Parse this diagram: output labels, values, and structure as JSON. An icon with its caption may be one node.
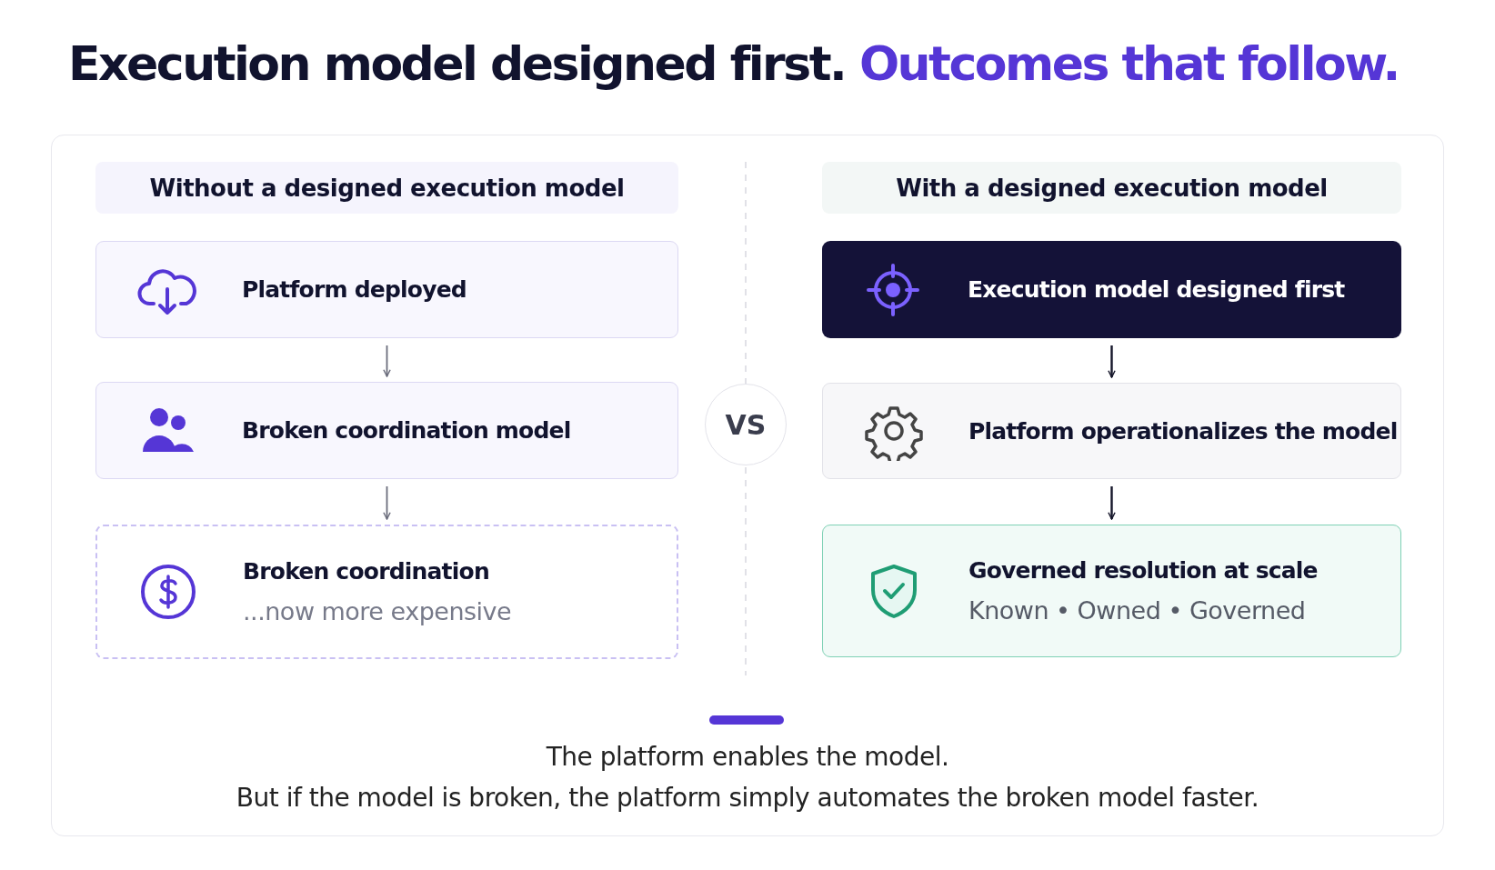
{
  "diagram": {
    "title": "Execution model designed first. Outcomes that follow.",
    "nodes": [
      {
        "text": [
          "Without a designed execution model"
        ]
      },
      {
        "text": [
          "Platform deployed"
        ]
      },
      {
        "text": [
          "Broken coordination model"
        ]
      },
      {
        "text": [
          "Broken coordination",
          "...now more expensive"
        ]
      },
      {
        "text": [
          "VS"
        ]
      },
      {
        "text": [
          "With a designed execution model"
        ]
      },
      {
        "text": [
          "Execution model designed first"
        ]
      },
      {
        "text": [
          "Platform operationalizes the model"
        ]
      },
      {
        "text": [
          "Governed resolution at scale",
          "Known • Owned • Governed"
        ]
      }
    ],
    "edges": [
      {
        "from": 1,
        "to": 2,
        "arrow": "to"
      },
      {
        "from": 2,
        "to": 3,
        "arrow": "to"
      },
      {
        "from": 6,
        "to": 7,
        "arrow": "to"
      },
      {
        "from": 7,
        "to": 8,
        "arrow": "to"
      }
    ],
    "labels": [
      "The platform enables the model.",
      "But if the model is broken, the platform simply automates the broken model faster."
    ]
  }
}
